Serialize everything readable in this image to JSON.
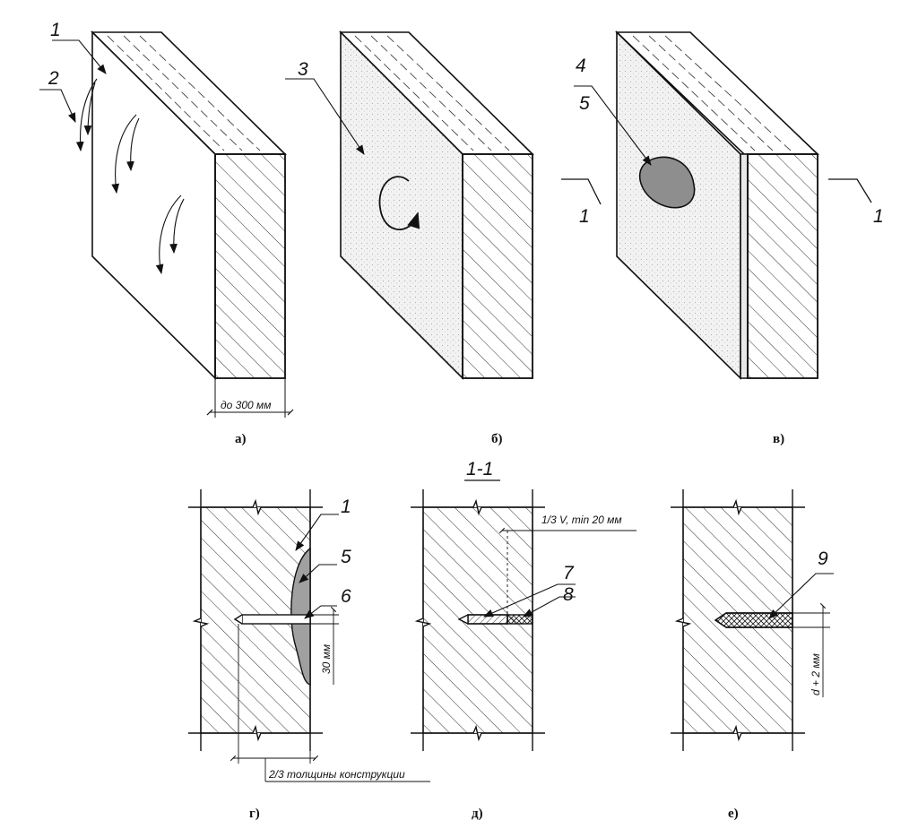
{
  "diagram": {
    "panels": {
      "a": {
        "caption": "а)",
        "dimension": "до 300 мм",
        "callouts": [
          "1",
          "2"
        ]
      },
      "b": {
        "caption": "б)",
        "callouts": [
          "3"
        ]
      },
      "v": {
        "caption": "в)",
        "callouts": [
          "4",
          "5"
        ],
        "section_marks": [
          "1",
          "1"
        ]
      },
      "g": {
        "caption": "г)",
        "callouts": [
          "1",
          "5",
          "6"
        ],
        "dimensions": [
          "30 мм",
          "2/3 толщины конструкции"
        ]
      },
      "d": {
        "caption": "д)",
        "callouts": [
          "7",
          "8"
        ],
        "dimensions": [
          "1/3 V, min 20 мм"
        ]
      },
      "e": {
        "caption": "е)",
        "callouts": [
          "9"
        ],
        "dimensions": [
          "d + 2 мм"
        ]
      }
    },
    "section_title": "1-1",
    "colors": {
      "line": "#111111",
      "fill_light": "#eeeeee",
      "fill_dark": "#9a9a9a",
      "hatch": "#333333"
    }
  }
}
